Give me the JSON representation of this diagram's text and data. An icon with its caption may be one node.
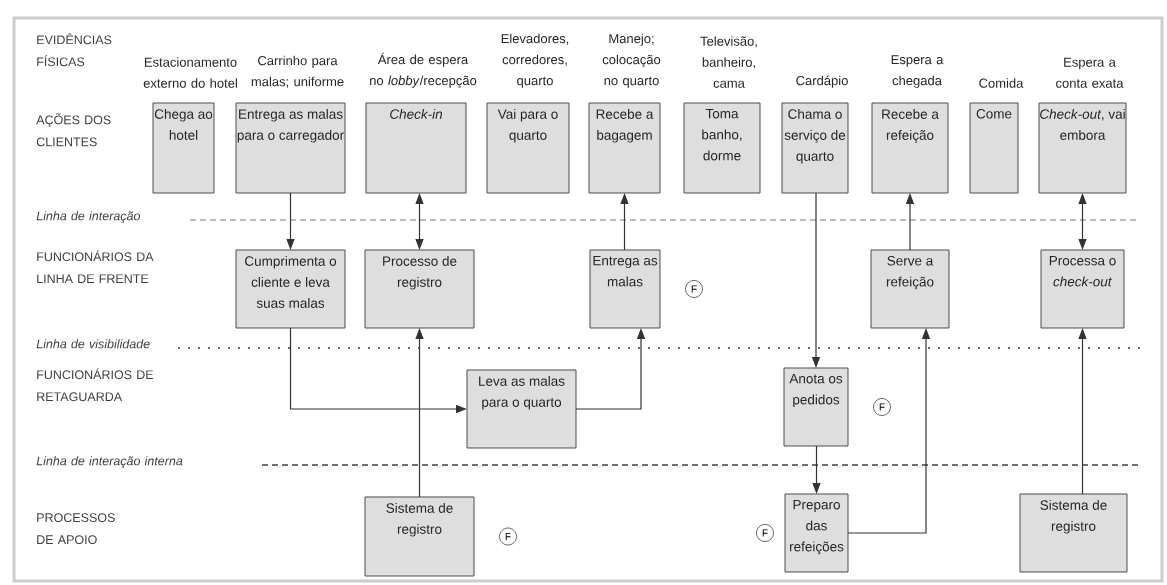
{
  "diagram": {
    "nodes": [
      {
        "text": [
          "Chega ao hotel"
        ],
        "beside": [
          "Estacionamento externo do hotel"
        ]
      },
      {
        "text": [
          "Entrega as malas para o carregador"
        ],
        "beside": [
          "Carrinho para malas; uniforme"
        ]
      },
      {
        "text": [
          "Check-in"
        ],
        "beside": [
          "Área de espera no *lobby*/recepção"
        ]
      },
      {
        "text": [
          "Vai para o quarto"
        ],
        "beside": [
          "Elevadores, corredores, quarto"
        ]
      },
      {
        "text": [
          "Recebe a bagagem"
        ],
        "beside": [
          "Manejo; colocação no quarto"
        ]
      },
      {
        "text": [
          "Toma banho, dorme"
        ],
        "beside": [
          "Televisão, banheiro, cama"
        ]
      },
      {
        "text": [
          "Chama o serviço de quarto"
        ],
        "beside": [
          "Cardápio"
        ]
      },
      {
        "text": [
          "Recebe a refeição"
        ],
        "beside": [
          "Espera a chegada"
        ]
      },
      {
        "text": [
          "Come"
        ],
        "beside": [
          "Comida"
        ]
      },
      {
        "text": [
          "*Check-out*, vai embora"
        ],
        "beside": [
          "Espera a conta exata"
        ]
      },
      {
        "text": [
          "Cumprimenta o cliente e leva suas malas"
        ]
      },
      {
        "text": [
          "Processo de registro"
        ]
      },
      {
        "text": [
          "Entrega as malas"
        ],
        "beside": [
          "F"
        ]
      },
      {
        "text": [
          "Serve a refeição"
        ]
      },
      {
        "text": [
          "Processa o *check-out*"
        ]
      },
      {
        "text": [
          "Leva as malas para o quarto"
        ]
      },
      {
        "text": [
          "Anota os pedidos"
        ],
        "beside": [
          "F"
        ]
      },
      {
        "text": [
          "Sistema de registro"
        ],
        "beside": [
          "F"
        ]
      },
      {
        "text": [
          "Preparo das refeições"
        ],
        "beside": [
          "F"
        ]
      },
      {
        "text": [
          "Sistema de registro"
        ]
      }
    ],
    "edges": [
      {
        "from": 1,
        "to": 10,
        "arrow": "to"
      },
      {
        "from": 2,
        "to": 11,
        "arrow": "both"
      },
      {
        "from": 12,
        "to": 4,
        "arrow": "to"
      },
      {
        "from": 13,
        "to": 7,
        "arrow": "to"
      },
      {
        "from": 9,
        "to": 14,
        "arrow": "both"
      },
      {
        "from": 10,
        "to": 15,
        "arrow": "to"
      },
      {
        "from": 15,
        "to": 12,
        "arrow": "to"
      },
      {
        "from": 6,
        "to": 16,
        "arrow": "to"
      },
      {
        "from": 17,
        "to": 11,
        "arrow": "to"
      },
      {
        "from": 16,
        "to": 18,
        "arrow": "to"
      },
      {
        "from": 18,
        "to": 13,
        "arrow": "to"
      },
      {
        "from": 19,
        "to": 14,
        "arrow": "to"
      }
    ],
    "labels": [
      "EVIDÊNCIAS FÍSICAS",
      "AÇÕES DOS CLIENTES",
      "Linha de interação",
      "FUNCIONÁRIOS DA LINHA DE FRENTE",
      "Linha de visibilidade",
      "FUNCIONÁRIOS DE RETAGUARDA",
      "Linha de interação interna",
      "PROCESSOS DE APOIO"
    ]
  }
}
